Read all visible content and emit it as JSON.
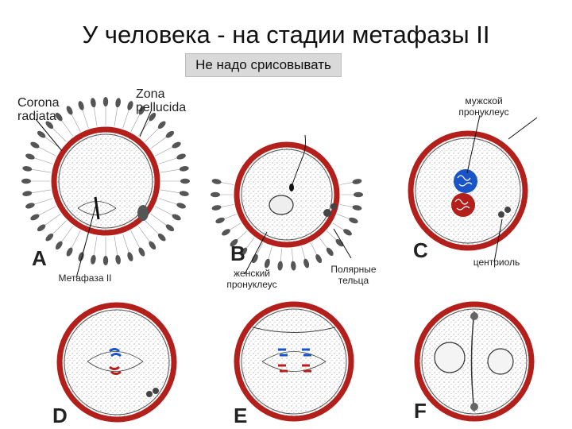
{
  "title": "У человека - на стадии метафазы II",
  "note": "Не надо срисовывать",
  "labels": {
    "corona_radiata": "Corona radiata",
    "zona_pellucida": "Zona pellucida",
    "male_pronucleus": "мужской пронуклеус",
    "metaphase_2": "Метафаза II",
    "female_pronucleus": "женский пронуклеус",
    "polar_bodies": "Полярные тельца",
    "centriole": "центриоль"
  },
  "panels": [
    "A",
    "B",
    "C",
    "D",
    "E",
    "F"
  ],
  "colors": {
    "zona": "#b3201c",
    "male_chromatin": "#1a55c8",
    "female_chromatin": "#b3201c",
    "cytoplasm_dots": "#8a8a8a"
  }
}
